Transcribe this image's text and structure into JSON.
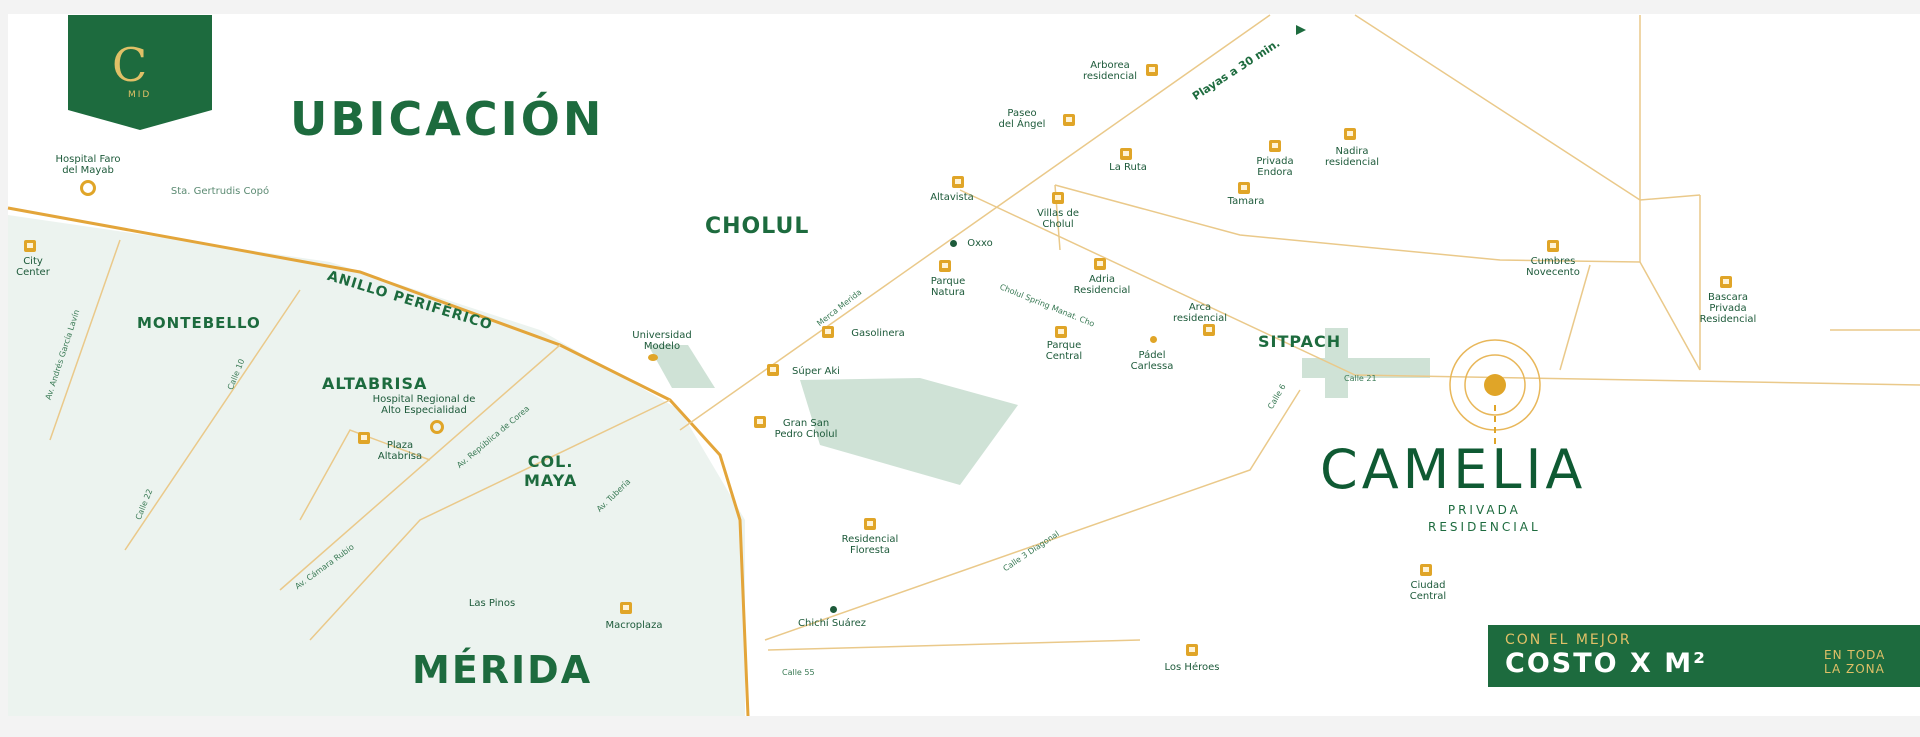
{
  "title": "UBICACIÓN",
  "logo": {
    "letter": "C",
    "text": "MID"
  },
  "areas": {
    "cholul": "CHOLUL",
    "montebello": "MONTEBELLO",
    "altabrisa": "ALTABRISA",
    "colmaya": "COL.\nMAYA",
    "merida": "MÉRIDA",
    "sitpach": "SITPACH",
    "anillo": "ANILLO PERIFÉRICO",
    "playas": "Playas a 30 min."
  },
  "project": {
    "name": "CAMELIA",
    "subtitle": "PRIVADA\nRESIDENCIAL"
  },
  "banner": {
    "line1": "CON EL MEJOR",
    "line2": "COSTO X M²",
    "line3": "EN TODA\nLA ZONA"
  },
  "pois": [
    "Hospital Faro\ndel Mayab",
    "Sta. Gertrudis Copó",
    "City\nCenter",
    "Arborea\nresidencial",
    "Paseo\ndel Ángel",
    "Altavista",
    "La Ruta",
    "Privada\nEndora",
    "Nadira\nresidencial",
    "Tamara",
    "Villas de\nCholul",
    "Oxxo",
    "Parque\nNatura",
    "Adria\nResidencial",
    "Cumbres\nNovecento",
    "Bascara\nPrivada\nResidencial",
    "Arca\nresidencial",
    "Parque\nCentral",
    "Pádel\nCarlessa",
    "Universidad\nModelo",
    "Gasolinera",
    "Súper Aki",
    "Hospital Regional de\nAlto Especialidad",
    "Plaza\nAltabrisa",
    "Gran San\nPedro Cholul",
    "Residencial\nFloresta",
    "Las Pinos",
    "Macroplaza",
    "Chichí Suárez",
    "Ciudad\nCentral",
    "Los Héroes"
  ],
  "roads": [
    "Av. Andrés García Lavín",
    "Calle 10",
    "Calle 22",
    "Av. República de Corea",
    "Av. Cámara Rubio",
    "Av. Tubería",
    "Merca Merida",
    "Cholul Spring Manat. Cho",
    "Calle 6",
    "Calle 21",
    "Calle 3 Diagonal",
    "Calle 55"
  ],
  "colors": {
    "green": "#1d6b3e",
    "darkgreen": "#0f5a33",
    "gold": "#e0a528",
    "park": "#cfe2d6",
    "urban": "#ecf3ef"
  }
}
